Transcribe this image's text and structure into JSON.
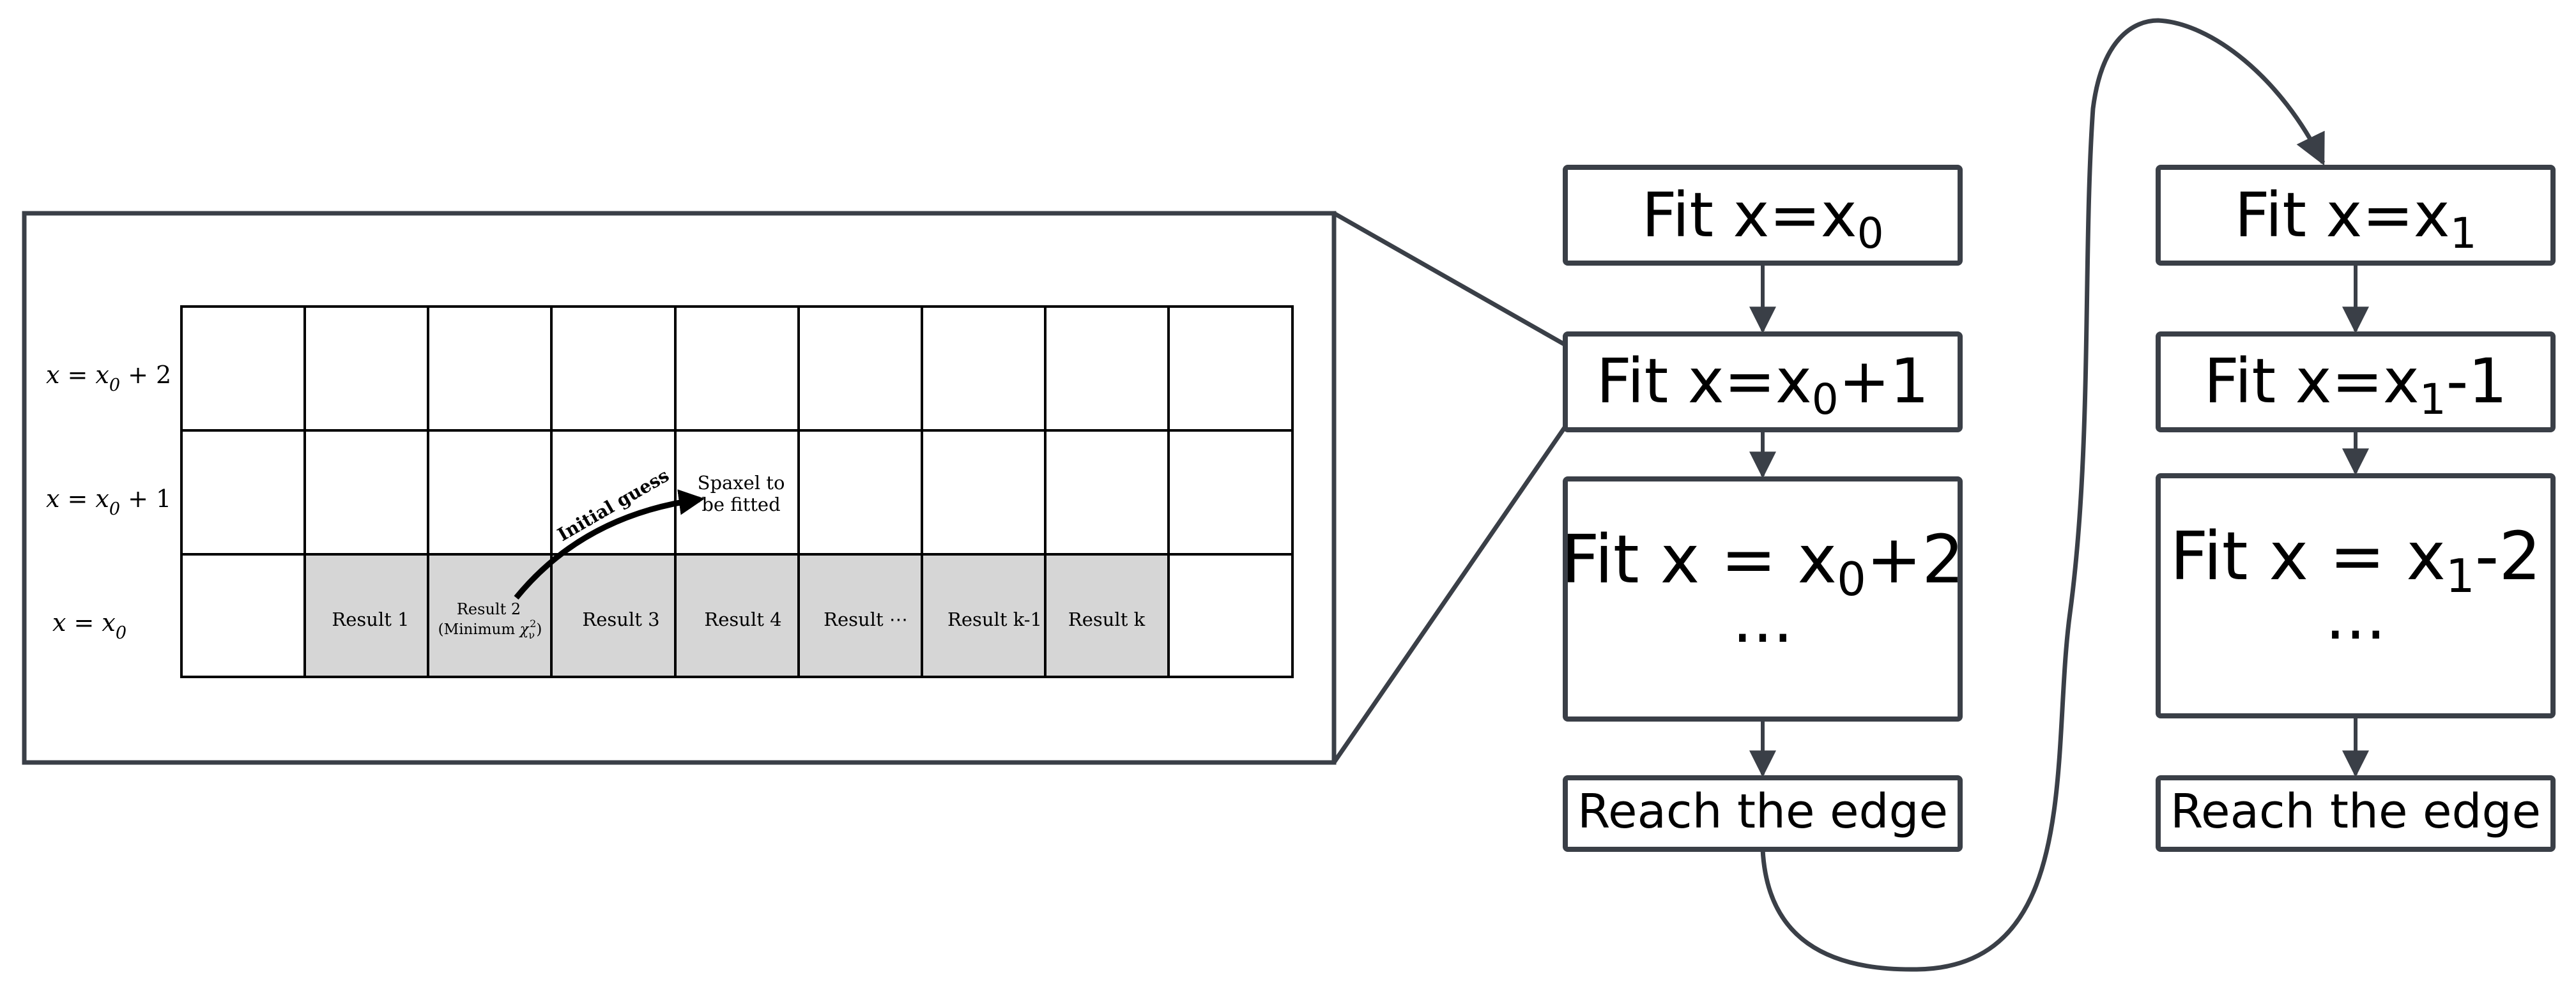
{
  "colors": {
    "box_stroke": "#3a3f47",
    "grid_stroke": "#000000",
    "result_fill": "#d6d6d6",
    "text": "#000000"
  },
  "grid": {
    "row_labels": {
      "row2": {
        "pre": "x = x",
        "sub": "0",
        "post": " + 2"
      },
      "row1": {
        "pre": "x = x",
        "sub": "0",
        "post": " + 1"
      },
      "row0": {
        "pre": "x = x",
        "sub": "0",
        "post": ""
      }
    },
    "results": [
      "Result 1",
      "Result 2",
      "Result 3",
      "Result 4",
      "Result ⋯",
      "Result k-1",
      "Result k"
    ],
    "result2_sub": {
      "pre": "(Minimum ",
      "chi": "χ",
      "sub": "ν",
      "sup": "2",
      "post": ")"
    },
    "arrow_label": "Initial  guess",
    "spaxel_label_line1": "Spaxel to",
    "spaxel_label_line2": "be fitted"
  },
  "flow_left": {
    "box1": {
      "pre": "Fit x=x",
      "sub": "0",
      "post": ""
    },
    "box2": {
      "pre": "Fit x=x",
      "sub": "0",
      "post": "+1"
    },
    "box3": {
      "pre": "Fit x = x",
      "sub": "0",
      "post": "+2",
      "dots": "..."
    },
    "box4": "Reach the edge"
  },
  "flow_right": {
    "box1": {
      "pre": "Fit x=x",
      "sub": "1",
      "post": ""
    },
    "box2": {
      "pre": "Fit x=x",
      "sub": "1",
      "post": "-1"
    },
    "box3": {
      "pre": "Fit x = x",
      "sub": "1",
      "post": "-2",
      "dots": "..."
    },
    "box4": "Reach the edge"
  }
}
